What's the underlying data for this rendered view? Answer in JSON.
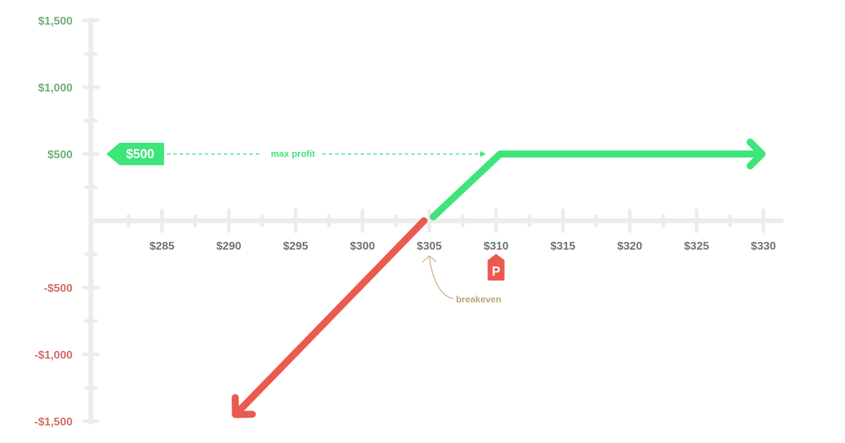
{
  "chart_data": {
    "type": "line",
    "title": "",
    "xlabel": "",
    "ylabel": "",
    "x_ticks": [
      "$285",
      "$290",
      "$295",
      "$300",
      "$305",
      "$310",
      "$315",
      "$320",
      "$325",
      "$330"
    ],
    "x_tick_values": [
      285,
      290,
      295,
      300,
      305,
      310,
      315,
      320,
      325,
      330
    ],
    "y_ticks": [
      "$1,500",
      "$1,000",
      "$500",
      "-$500",
      "-$1,000",
      "-$1,500"
    ],
    "y_tick_values": [
      1500,
      1000,
      500,
      -500,
      -1000,
      -1500
    ],
    "xlim": [
      280,
      332
    ],
    "ylim": [
      -1500,
      1500
    ],
    "grid": false,
    "series": [
      {
        "role": "loss",
        "color": "#ea5a4f",
        "points": [
          [
            304.6,
            0
          ],
          [
            290.5,
            -1450
          ]
        ],
        "arrow_end": true
      },
      {
        "role": "profit",
        "color": "#3ee57a",
        "points": [
          [
            305.3,
            30
          ],
          [
            310.3,
            500
          ],
          [
            329.9,
            500
          ]
        ],
        "arrow_end": true
      }
    ],
    "annotations": {
      "max_profit_badge": "$500",
      "max_profit_label": "max profit",
      "breakeven_label": "breakeven",
      "breakeven_x": 305,
      "strike_marker": "P",
      "strike_x": 310
    },
    "colors": {
      "profit": "#3ee57a",
      "loss": "#ea5a4f",
      "positive_tick": "#6cae78",
      "negative_tick": "#d26d66",
      "breakeven": "#bea27a",
      "axis": "#ececec"
    }
  }
}
